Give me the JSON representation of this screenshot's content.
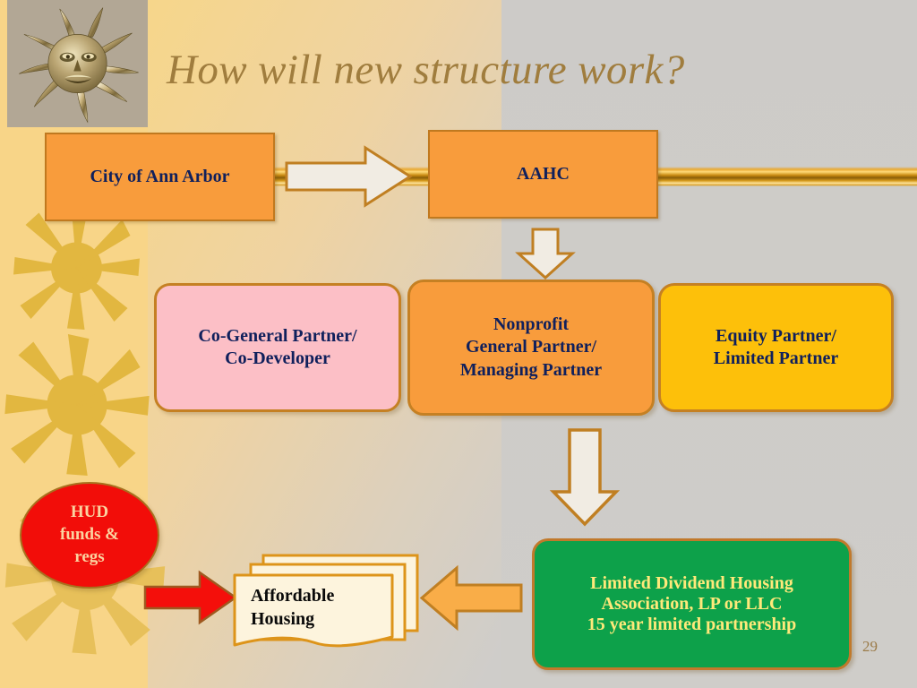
{
  "slide": {
    "title": "How will new structure work?",
    "page_number": "29",
    "logo_name": "metallic-sun-face-logo"
  },
  "colors": {
    "background_left_band": "#f8d588",
    "background_right": "#cdcbc8",
    "title_text": "#a07d3e",
    "box_orange": "#f89c3c",
    "box_pink": "#fcbfc6",
    "box_yellow": "#fdc00a",
    "box_green": "#0da14a",
    "green_box_text": "#ffe97a",
    "hud_red": "#f20d09",
    "hud_text": "#fbd3a0",
    "box_border": "#c58023",
    "box_text": "#10205c",
    "gold_band": "#c98a10",
    "red_arrow": "#f40f0b",
    "orange_arrow": "#f9ad48",
    "white_arrow": "#f0ebe2",
    "page_number": "#9b7b48"
  },
  "nodes": {
    "city": {
      "label": "City of Ann Arbor"
    },
    "aahc": {
      "label": "AAHC"
    },
    "co_general_partner": {
      "line1": "Co-General Partner/",
      "line2": "Co-Developer"
    },
    "nonprofit_general_partner": {
      "line1": "Nonprofit",
      "line2": "General Partner/",
      "line3": "Managing Partner"
    },
    "equity_partner": {
      "line1": "Equity Partner/",
      "line2": "Limited Partner"
    },
    "ldha": {
      "line1": "Limited Dividend Housing",
      "line2": "Association, LP or LLC",
      "line3": "15 year limited partnership"
    },
    "hud": {
      "line1": "HUD",
      "line2": "funds &",
      "line3": "regs"
    },
    "affordable_housing": {
      "line1": "Affordable",
      "line2": "Housing"
    }
  },
  "connectors": [
    {
      "name": "city-to-aahc-arrow",
      "direction": "right",
      "style": "white-outline"
    },
    {
      "name": "aahc-to-partners-arrow",
      "direction": "down",
      "style": "white-outline"
    },
    {
      "name": "partners-to-ldha-arrow",
      "direction": "down",
      "style": "white-outline"
    },
    {
      "name": "ldha-to-housing-arrow",
      "direction": "left",
      "style": "orange-filled"
    },
    {
      "name": "hud-to-housing-arrow",
      "direction": "right",
      "style": "red-filled"
    },
    {
      "name": "gold-connector-band",
      "direction": "horizontal",
      "style": "gold-gradient"
    }
  ]
}
